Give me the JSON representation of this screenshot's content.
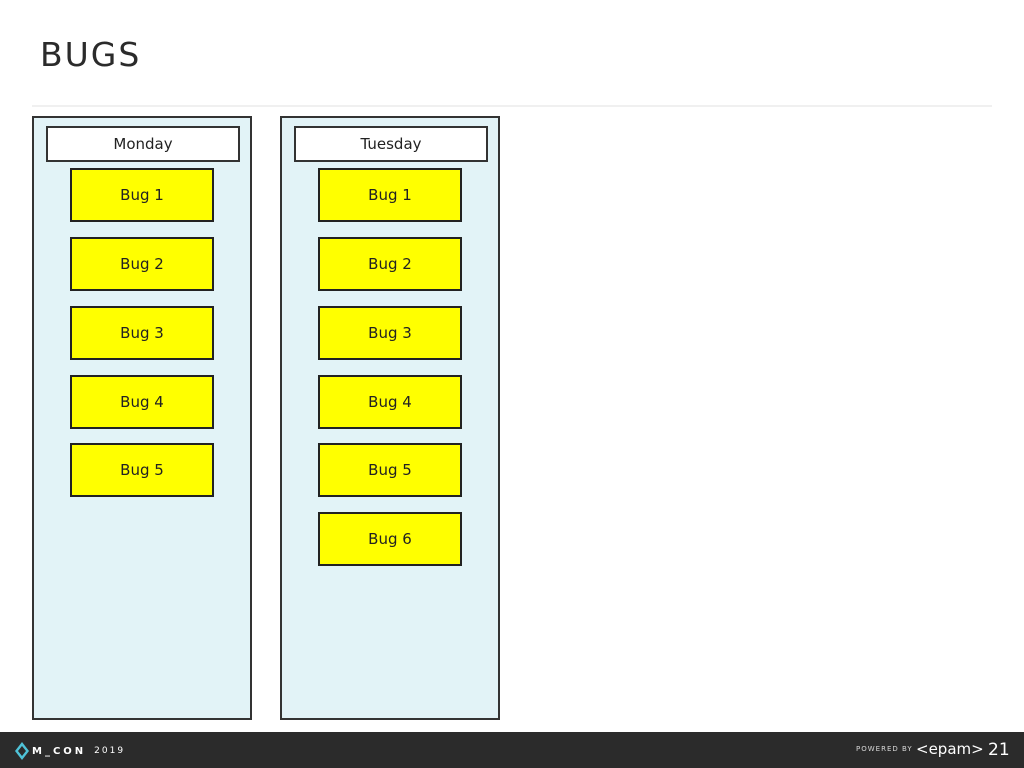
{
  "slide": {
    "title": "BUGS",
    "page_number": "21"
  },
  "columns": [
    {
      "day": "Monday",
      "bugs": [
        "Bug 1",
        "Bug 2",
        "Bug 3",
        "Bug 4",
        "Bug 5"
      ]
    },
    {
      "day": "Tuesday",
      "bugs": [
        "Bug 1",
        "Bug 2",
        "Bug 3",
        "Bug 4",
        "Bug 5",
        "Bug 6"
      ]
    }
  ],
  "footer": {
    "event_logo_text": "M_CON",
    "event_year": "2019",
    "powered_by": "POWERED BY",
    "sponsor_logo": "<epam>"
  },
  "colors": {
    "column_background": "#e2f3f7",
    "bug_card": "#ffff00",
    "footer_background": "#2b2b2b",
    "logo_accent": "#4fc3d8"
  }
}
